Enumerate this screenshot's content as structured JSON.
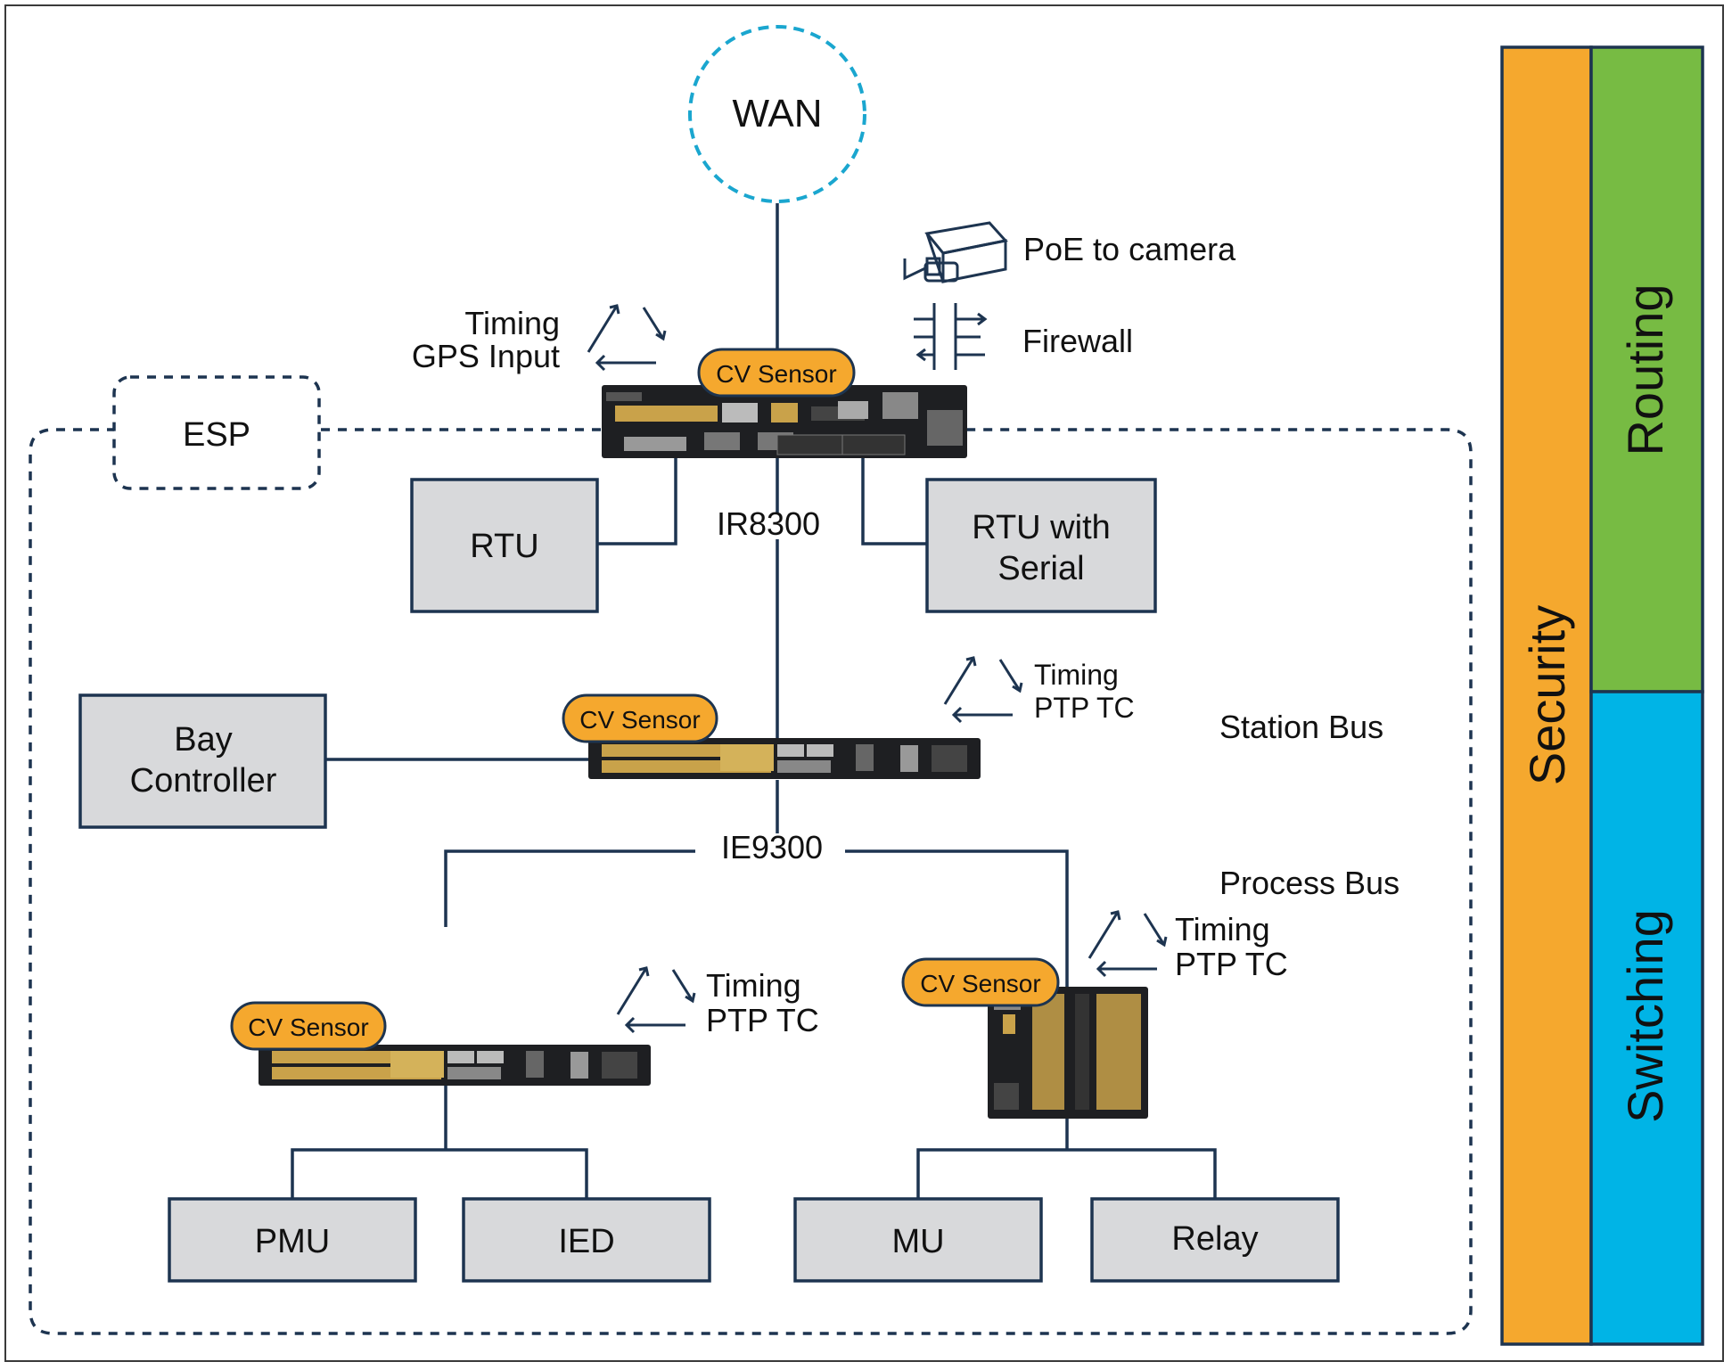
{
  "wan": {
    "label": "WAN"
  },
  "features": {
    "poe": "PoE to camera",
    "firewall": "Firewall"
  },
  "timing": {
    "gps_line1": "Timing",
    "gps_line2": "GPS Input",
    "ptp1_line1": "Timing",
    "ptp1_line2": "PTP TC",
    "ptp2_line1": "Timing",
    "ptp2_line2": "PTP TC",
    "ptp3_line1": "Timing",
    "ptp3_line2": "PTP TC"
  },
  "esp": {
    "label": "ESP"
  },
  "sensors": {
    "label": "CV Sensor"
  },
  "devices": {
    "router": "IR8300",
    "switch": "IE9300"
  },
  "boxes": {
    "rtu": "RTU",
    "rtu_serial_line1": "RTU with",
    "rtu_serial_line2": "Serial",
    "bay_line1": "Bay",
    "bay_line2": "Controller",
    "pmu": "PMU",
    "ied": "IED",
    "mu": "MU",
    "relay": "Relay"
  },
  "buses": {
    "station": "Station Bus",
    "process": "Process Bus"
  },
  "bands": {
    "security": "Security",
    "routing": "Routing",
    "switching": "Switching"
  },
  "colors": {
    "security": "#f5a82e",
    "routing": "#77bb43",
    "switching": "#00b4e6",
    "sensor": "#f5a82e",
    "box_fill": "#d8d9db",
    "box_border": "#1d3450",
    "wan_dash": "#1aa6cf",
    "line": "#1d3450"
  }
}
